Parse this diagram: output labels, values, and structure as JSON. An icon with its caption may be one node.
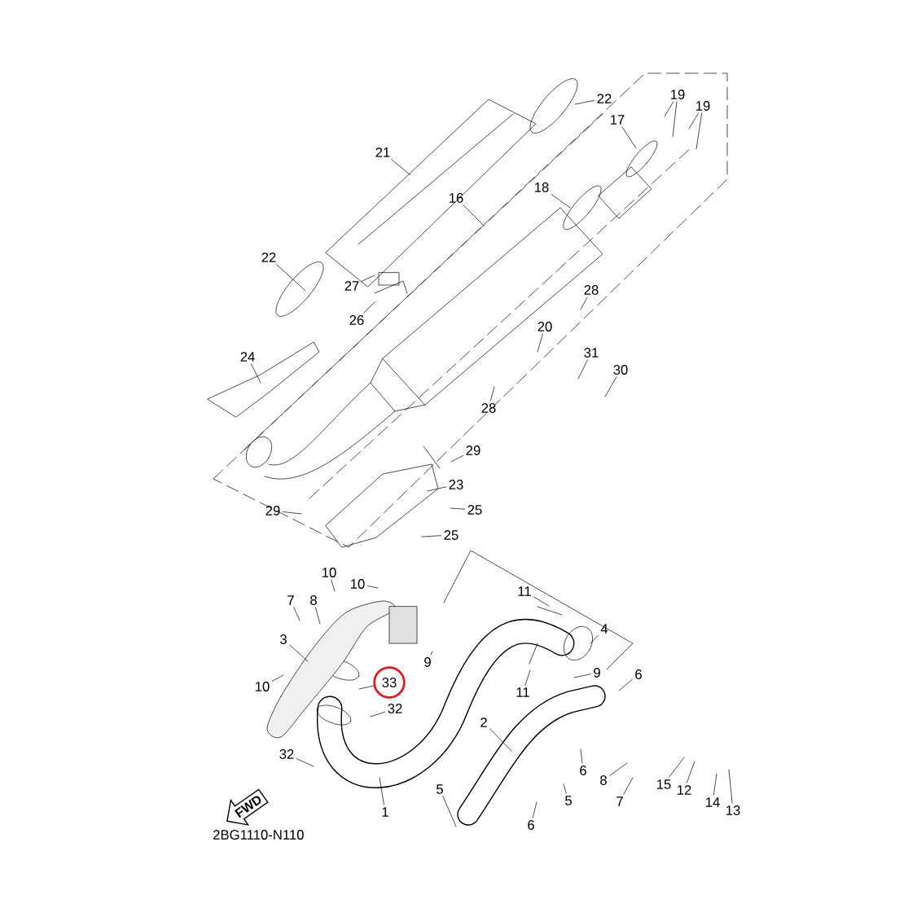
{
  "diagram": {
    "nodes": [
      {
        "text": [
          "22"
        ]
      },
      {
        "text": [
          "19"
        ]
      },
      {
        "text": [
          "19"
        ]
      },
      {
        "text": [
          "17"
        ]
      },
      {
        "text": [
          "21"
        ]
      },
      {
        "text": [
          "16"
        ]
      },
      {
        "text": [
          "18"
        ]
      },
      {
        "text": [
          "22"
        ]
      },
      {
        "text": [
          "27"
        ]
      },
      {
        "text": [
          "26"
        ]
      },
      {
        "text": [
          "28"
        ]
      },
      {
        "text": [
          "20"
        ]
      },
      {
        "text": [
          "24"
        ]
      },
      {
        "text": [
          "31"
        ]
      },
      {
        "text": [
          "30"
        ]
      },
      {
        "text": [
          "28"
        ]
      },
      {
        "text": [
          "29"
        ]
      },
      {
        "text": [
          "23"
        ]
      },
      {
        "text": [
          "25"
        ]
      },
      {
        "text": [
          "29"
        ]
      },
      {
        "text": [
          "25"
        ]
      },
      {
        "text": [
          "10"
        ]
      },
      {
        "text": [
          "10"
        ]
      },
      {
        "text": [
          "7"
        ]
      },
      {
        "text": [
          "8"
        ]
      },
      {
        "text": [
          "11"
        ]
      },
      {
        "text": [
          "4"
        ]
      },
      {
        "text": [
          "3"
        ]
      },
      {
        "text": [
          "9"
        ]
      },
      {
        "text": [
          "9"
        ]
      },
      {
        "text": [
          "6"
        ]
      },
      {
        "text": [
          "10"
        ]
      },
      {
        "text": [
          "33"
        ]
      },
      {
        "text": [
          "32"
        ]
      },
      {
        "text": [
          "11"
        ]
      },
      {
        "text": [
          "2"
        ]
      },
      {
        "text": [
          "32"
        ]
      },
      {
        "text": [
          "6"
        ]
      },
      {
        "text": [
          "8"
        ]
      },
      {
        "text": [
          "15"
        ]
      },
      {
        "text": [
          "5"
        ]
      },
      {
        "text": [
          "12"
        ]
      },
      {
        "text": [
          "5"
        ]
      },
      {
        "text": [
          "7"
        ]
      },
      {
        "text": [
          "14"
        ]
      },
      {
        "text": [
          "6"
        ]
      },
      {
        "text": [
          "13"
        ]
      },
      {
        "text": [
          "1"
        ]
      },
      {
        "text": [
          "FWD"
        ]
      }
    ],
    "edges": [
      {
        "from": 0,
        "to": null,
        "arrow": "none"
      },
      {
        "from": 1,
        "to": null,
        "arrow": "none"
      },
      {
        "from": 1,
        "to": null,
        "arrow": "none"
      },
      {
        "from": 2,
        "to": null,
        "arrow": "none"
      },
      {
        "from": 2,
        "to": null,
        "arrow": "none"
      },
      {
        "from": 3,
        "to": null,
        "arrow": "none"
      },
      {
        "from": 4,
        "to": null,
        "arrow": "none"
      },
      {
        "from": 5,
        "to": null,
        "arrow": "none"
      },
      {
        "from": 6,
        "to": null,
        "arrow": "none"
      },
      {
        "from": 7,
        "to": null,
        "arrow": "none"
      },
      {
        "from": 8,
        "to": null,
        "arrow": "none"
      },
      {
        "from": 9,
        "to": null,
        "arrow": "none"
      },
      {
        "from": 10,
        "to": null,
        "arrow": "none"
      },
      {
        "from": 11,
        "to": null,
        "arrow": "none"
      },
      {
        "from": 12,
        "to": null,
        "arrow": "none"
      },
      {
        "from": 13,
        "to": null,
        "arrow": "none"
      },
      {
        "from": 14,
        "to": null,
        "arrow": "none"
      },
      {
        "from": 15,
        "to": null,
        "arrow": "none"
      },
      {
        "from": 16,
        "to": null,
        "arrow": "none"
      },
      {
        "from": 17,
        "to": null,
        "arrow": "none"
      },
      {
        "from": 18,
        "to": null,
        "arrow": "none"
      },
      {
        "from": 19,
        "to": null,
        "arrow": "none"
      },
      {
        "from": 20,
        "to": null,
        "arrow": "none"
      },
      {
        "from": 21,
        "to": null,
        "arrow": "none"
      },
      {
        "from": 22,
        "to": null,
        "arrow": "none"
      },
      {
        "from": 23,
        "to": null,
        "arrow": "none"
      },
      {
        "from": 24,
        "to": null,
        "arrow": "none"
      },
      {
        "from": 25,
        "to": null,
        "arrow": "none"
      },
      {
        "from": 26,
        "to": null,
        "arrow": "none"
      },
      {
        "from": 27,
        "to": null,
        "arrow": "none"
      },
      {
        "from": 28,
        "to": null,
        "arrow": "none"
      },
      {
        "from": 29,
        "to": null,
        "arrow": "none"
      },
      {
        "from": 30,
        "to": null,
        "arrow": "none"
      },
      {
        "from": 31,
        "to": null,
        "arrow": "none"
      },
      {
        "from": 32,
        "to": null,
        "arrow": "none"
      },
      {
        "from": 33,
        "to": null,
        "arrow": "none"
      },
      {
        "from": 34,
        "to": null,
        "arrow": "none"
      },
      {
        "from": 35,
        "to": null,
        "arrow": "none"
      },
      {
        "from": 36,
        "to": null,
        "arrow": "none"
      },
      {
        "from": 37,
        "to": null,
        "arrow": "none"
      },
      {
        "from": 38,
        "to": null,
        "arrow": "none"
      },
      {
        "from": 39,
        "to": null,
        "arrow": "none"
      },
      {
        "from": 40,
        "to": null,
        "arrow": "none"
      },
      {
        "from": 41,
        "to": null,
        "arrow": "none"
      },
      {
        "from": 42,
        "to": null,
        "arrow": "none"
      },
      {
        "from": 43,
        "to": null,
        "arrow": "none"
      },
      {
        "from": 44,
        "to": null,
        "arrow": "none"
      },
      {
        "from": 45,
        "to": null,
        "arrow": "none"
      },
      {
        "from": 46,
        "to": null,
        "arrow": "none"
      },
      {
        "from": 47,
        "to": null,
        "arrow": "none"
      }
    ],
    "labels": [
      "2BG1110-N110"
    ]
  }
}
